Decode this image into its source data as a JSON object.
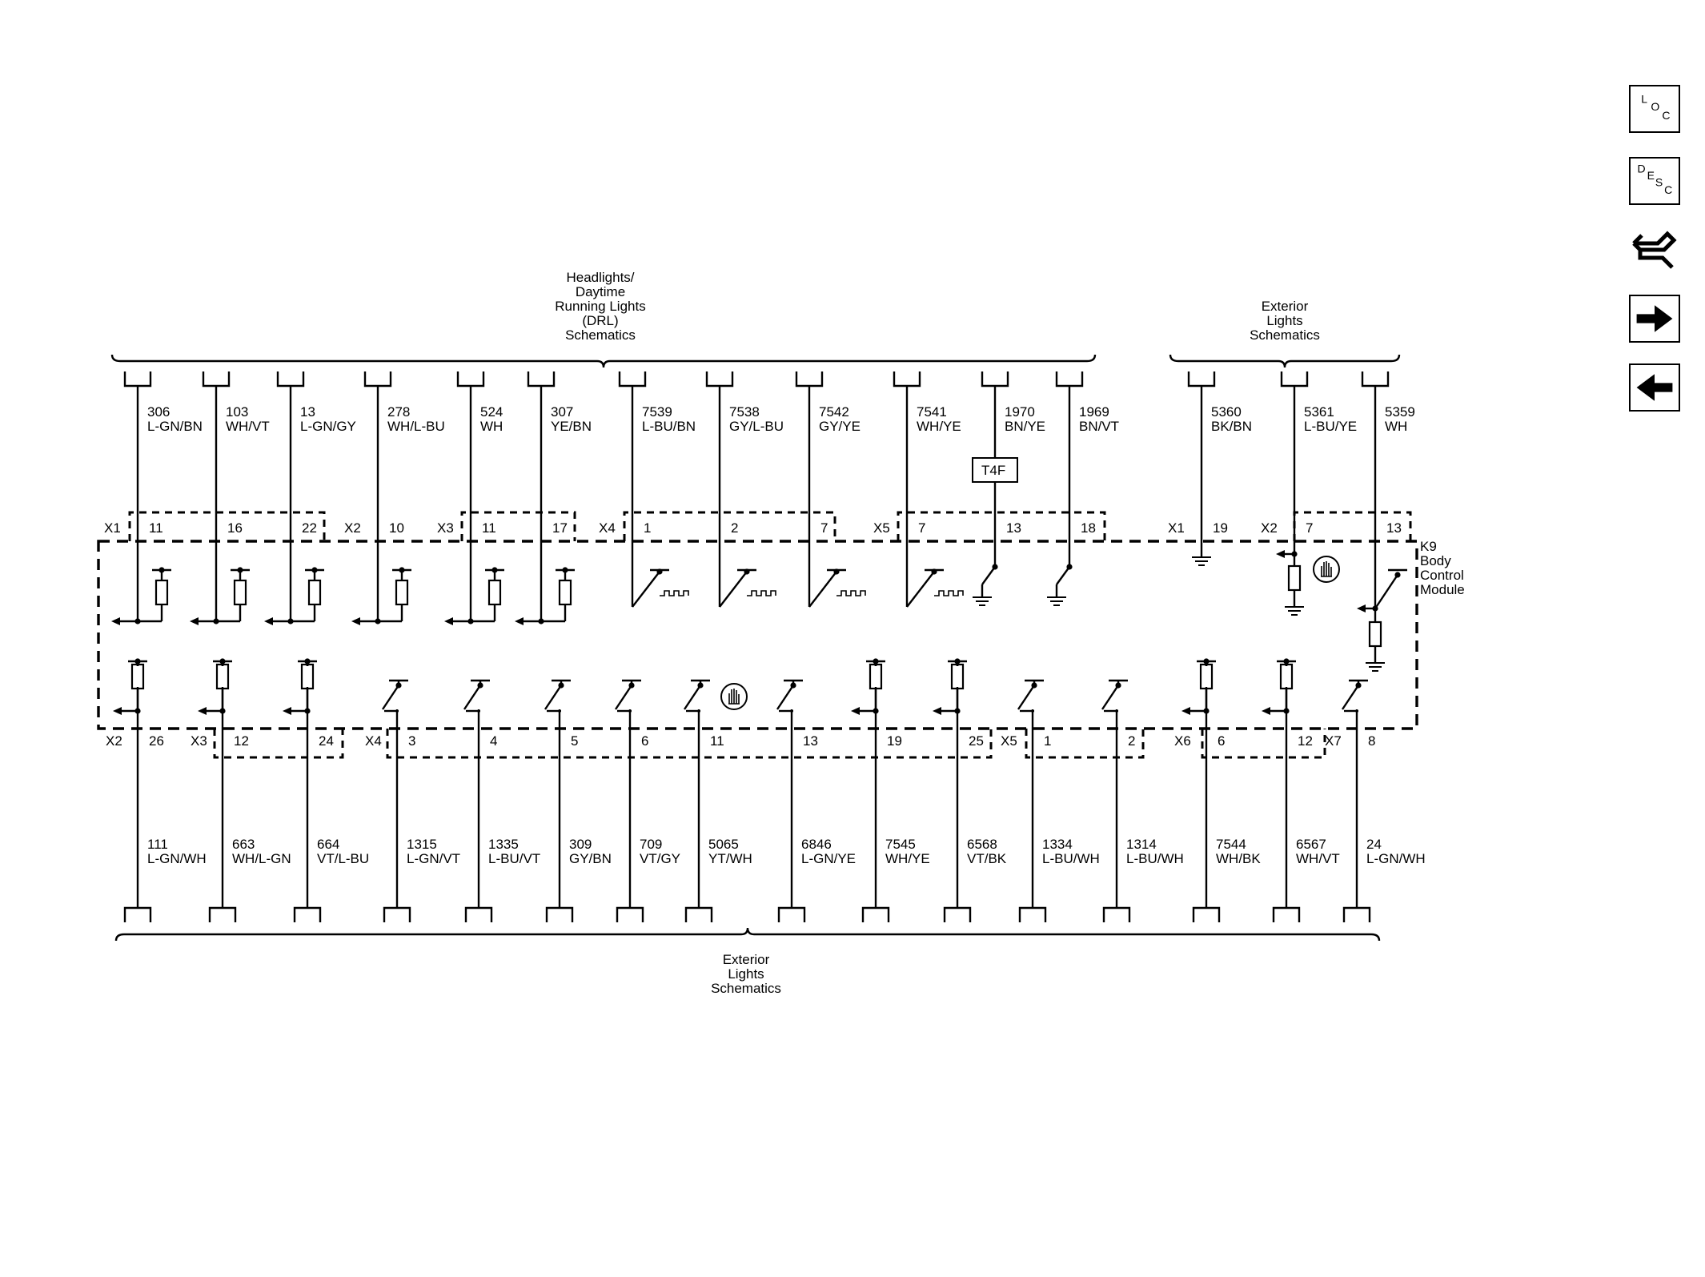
{
  "titles": {
    "top_left": [
      "Headlights/",
      "Daytime",
      "Running Lights",
      "(DRL)",
      "Schematics"
    ],
    "top_right": [
      "Exterior",
      "Lights",
      "Schematics"
    ],
    "bottom": [
      "Exterior",
      "Lights",
      "Schematics"
    ]
  },
  "module": {
    "name": [
      "K9",
      "Body",
      "Control",
      "Module"
    ]
  },
  "side_nav": [
    {
      "name": "loc-button",
      "label": "LOC"
    },
    {
      "name": "desc-button",
      "label": "DESC"
    },
    {
      "name": "connector-repair-button",
      "label": ""
    },
    {
      "name": "next-page-button",
      "label": ""
    },
    {
      "name": "previous-page-button",
      "label": ""
    }
  ],
  "top_circuits": [
    {
      "circuit": "306",
      "color": "L-GN/BN",
      "conn": "X1",
      "pin": "11",
      "type": "res-out"
    },
    {
      "circuit": "103",
      "color": "WH/VT",
      "conn": "",
      "pin": "16",
      "type": "res-out"
    },
    {
      "circuit": "13",
      "color": "L-GN/GY",
      "conn": "",
      "pin": "22",
      "type": "res-out"
    },
    {
      "circuit": "278",
      "color": "WH/L-BU",
      "conn": "X2",
      "pin": "10",
      "type": "res-out"
    },
    {
      "circuit": "524",
      "color": "WH",
      "conn": "X3",
      "pin": "11",
      "type": "res-out"
    },
    {
      "circuit": "307",
      "color": "YE/BN",
      "conn": "",
      "pin": "17",
      "type": "res-out"
    },
    {
      "circuit": "7539",
      "color": "L-BU/BN",
      "conn": "X4",
      "pin": "1",
      "type": "pwm"
    },
    {
      "circuit": "7538",
      "color": "GY/L-BU",
      "conn": "",
      "pin": "2",
      "type": "pwm"
    },
    {
      "circuit": "7542",
      "color": "GY/YE",
      "conn": "",
      "pin": "7",
      "type": "pwm"
    },
    {
      "circuit": "7541",
      "color": "WH/YE",
      "conn": "X5",
      "pin": "7",
      "type": "pwm"
    },
    {
      "circuit": "1970",
      "color": "BN/YE",
      "conn": "",
      "pin": "13",
      "type": "gnd-switch",
      "tag": "T4F"
    },
    {
      "circuit": "1969",
      "color": "BN/VT",
      "conn": "",
      "pin": "18",
      "type": "gnd-switch"
    },
    {
      "circuit": "5360",
      "color": "BK/BN",
      "conn": "X1",
      "pin": "19",
      "type": "ground"
    },
    {
      "circuit": "5361",
      "color": "L-BU/YE",
      "conn": "X2",
      "pin": "7",
      "type": "res-ground"
    },
    {
      "circuit": "5359",
      "color": "WH",
      "conn": "",
      "pin": "13",
      "type": "switch-res"
    }
  ],
  "bottom_circuits": [
    {
      "circuit": "111",
      "color": "L-GN/WH",
      "conn": "X2",
      "pin": "26",
      "type": "res"
    },
    {
      "circuit": "663",
      "color": "WH/L-GN",
      "conn": "X3",
      "pin": "12",
      "type": "res"
    },
    {
      "circuit": "664",
      "color": "VT/L-BU",
      "conn": "",
      "pin": "24",
      "type": "res"
    },
    {
      "circuit": "1315",
      "color": "L-GN/VT",
      "conn": "X4",
      "pin": "3",
      "type": "switch"
    },
    {
      "circuit": "1335",
      "color": "L-BU/VT",
      "conn": "",
      "pin": "4",
      "type": "switch"
    },
    {
      "circuit": "309",
      "color": "GY/BN",
      "conn": "",
      "pin": "5",
      "type": "switch"
    },
    {
      "circuit": "709",
      "color": "VT/GY",
      "conn": "",
      "pin": "6",
      "type": "switch"
    },
    {
      "circuit": "5065",
      "color": "YT/WH",
      "conn": "",
      "pin": "11",
      "type": "switch-hand"
    },
    {
      "circuit": "6846",
      "color": "L-GN/YE",
      "conn": "",
      "pin": "13",
      "type": "switch"
    },
    {
      "circuit": "7545",
      "color": "WH/YE",
      "conn": "",
      "pin": "19",
      "type": "res"
    },
    {
      "circuit": "6568",
      "color": "VT/BK",
      "conn": "",
      "pin": "25",
      "type": "res"
    },
    {
      "circuit": "1334",
      "color": "L-BU/WH",
      "conn": "X5",
      "pin": "1",
      "type": "switch"
    },
    {
      "circuit": "1314",
      "color": "L-BU/WH",
      "conn": "",
      "pin": "2",
      "type": "switch"
    },
    {
      "circuit": "7544",
      "color": "WH/BK",
      "conn": "X6",
      "pin": "6",
      "type": "res"
    },
    {
      "circuit": "6567",
      "color": "WH/VT",
      "conn": "",
      "pin": "12",
      "type": "res"
    },
    {
      "circuit": "24",
      "color": "L-GN/WH",
      "conn": "X7",
      "pin": "8",
      "type": "switch"
    }
  ]
}
